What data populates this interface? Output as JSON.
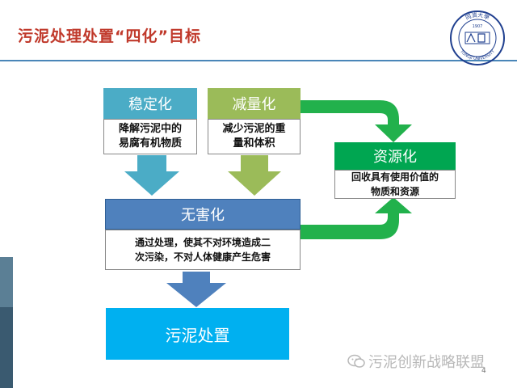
{
  "slide": {
    "title": "污泥处理处置“四化”目标",
    "page_number": "4"
  },
  "logo": {
    "top_text": "同濟大學",
    "year": "1907",
    "bottom_text": "TONGJI UNIVERSITY"
  },
  "nodes": {
    "stabilization": {
      "label": "稳定化",
      "desc": "降解污泥中的\n易腐有机物质"
    },
    "reduction": {
      "label": "减量化",
      "desc": "减少污泥的重\n量和体积"
    },
    "resource": {
      "label": "资源化",
      "desc": "回收具有使用价值的\n物质和资源"
    },
    "harmless": {
      "label": "无害化",
      "desc": "通过处理，使其不对环境造成二\n次污染，不对人体健康产生危害"
    },
    "disposal": {
      "label": "污泥处置"
    }
  },
  "watermark": {
    "text": "污泥创新战略联盟",
    "icon": "wechat-icon"
  },
  "colors": {
    "title": "#c0392b",
    "stabilization": "#4bacc6",
    "reduction": "#9bbb59",
    "harmless": "#4f81bd",
    "resource": "#00a651",
    "disposal": "#00b0f0",
    "arrow_green": "#22b14c"
  }
}
